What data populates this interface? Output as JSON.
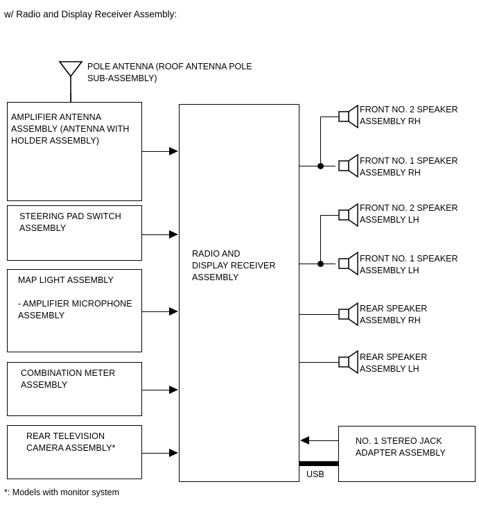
{
  "header": {
    "title": "w/ Radio and Display Receiver Assembly:"
  },
  "antenna": {
    "icon": "antenna-triangle-icon",
    "label": "POLE ANTENNA (ROOF ANTENNA POLE\nSUB-ASSEMBLY)"
  },
  "center": {
    "label": "RADIO AND\nDISPLAY RECEIVER\nASSEMBLY"
  },
  "usb": {
    "label": "USB"
  },
  "left_boxes": [
    {
      "label": "AMPLIFIER ANTENNA\nASSEMBLY (ANTENNA WITH\nHOLDER ASSEMBLY)",
      "align": "left"
    },
    {
      "label": "STEERING PAD SWITCH\nASSEMBLY",
      "align": "left"
    },
    {
      "label": "MAP LIGHT ASSEMBLY\n\n- AMPLIFIER MICROPHONE\nASSEMBLY",
      "align": "left"
    },
    {
      "label": "COMBINATION METER\nASSEMBLY",
      "align": "left"
    },
    {
      "label": "REAR TELEVISION\nCAMERA ASSEMBLY*",
      "align": "left"
    }
  ],
  "right_box": {
    "label": "NO. 1 STEREO JACK\nADAPTER ASSEMBLY"
  },
  "speakers": [
    {
      "label": "FRONT NO. 2 SPEAKER\nASSEMBLY RH",
      "icon": "speaker-icon"
    },
    {
      "label": "FRONT NO. 1 SPEAKER\nASSEMBLY RH",
      "icon": "speaker-icon"
    },
    {
      "label": "FRONT NO. 2 SPEAKER\nASSEMBLY LH",
      "icon": "speaker-icon"
    },
    {
      "label": "FRONT NO. 1 SPEAKER\nASSEMBLY LH",
      "icon": "speaker-icon"
    },
    {
      "label": "REAR SPEAKER\nASSEMBLY RH",
      "icon": "speaker-icon"
    },
    {
      "label": "REAR SPEAKER\nASSEMBLY LH",
      "icon": "speaker-icon"
    }
  ],
  "footnote": {
    "text": "*: Models with monitor system"
  },
  "colors": {
    "line": "#000000",
    "background": "#ffffff",
    "text": "#000000"
  }
}
